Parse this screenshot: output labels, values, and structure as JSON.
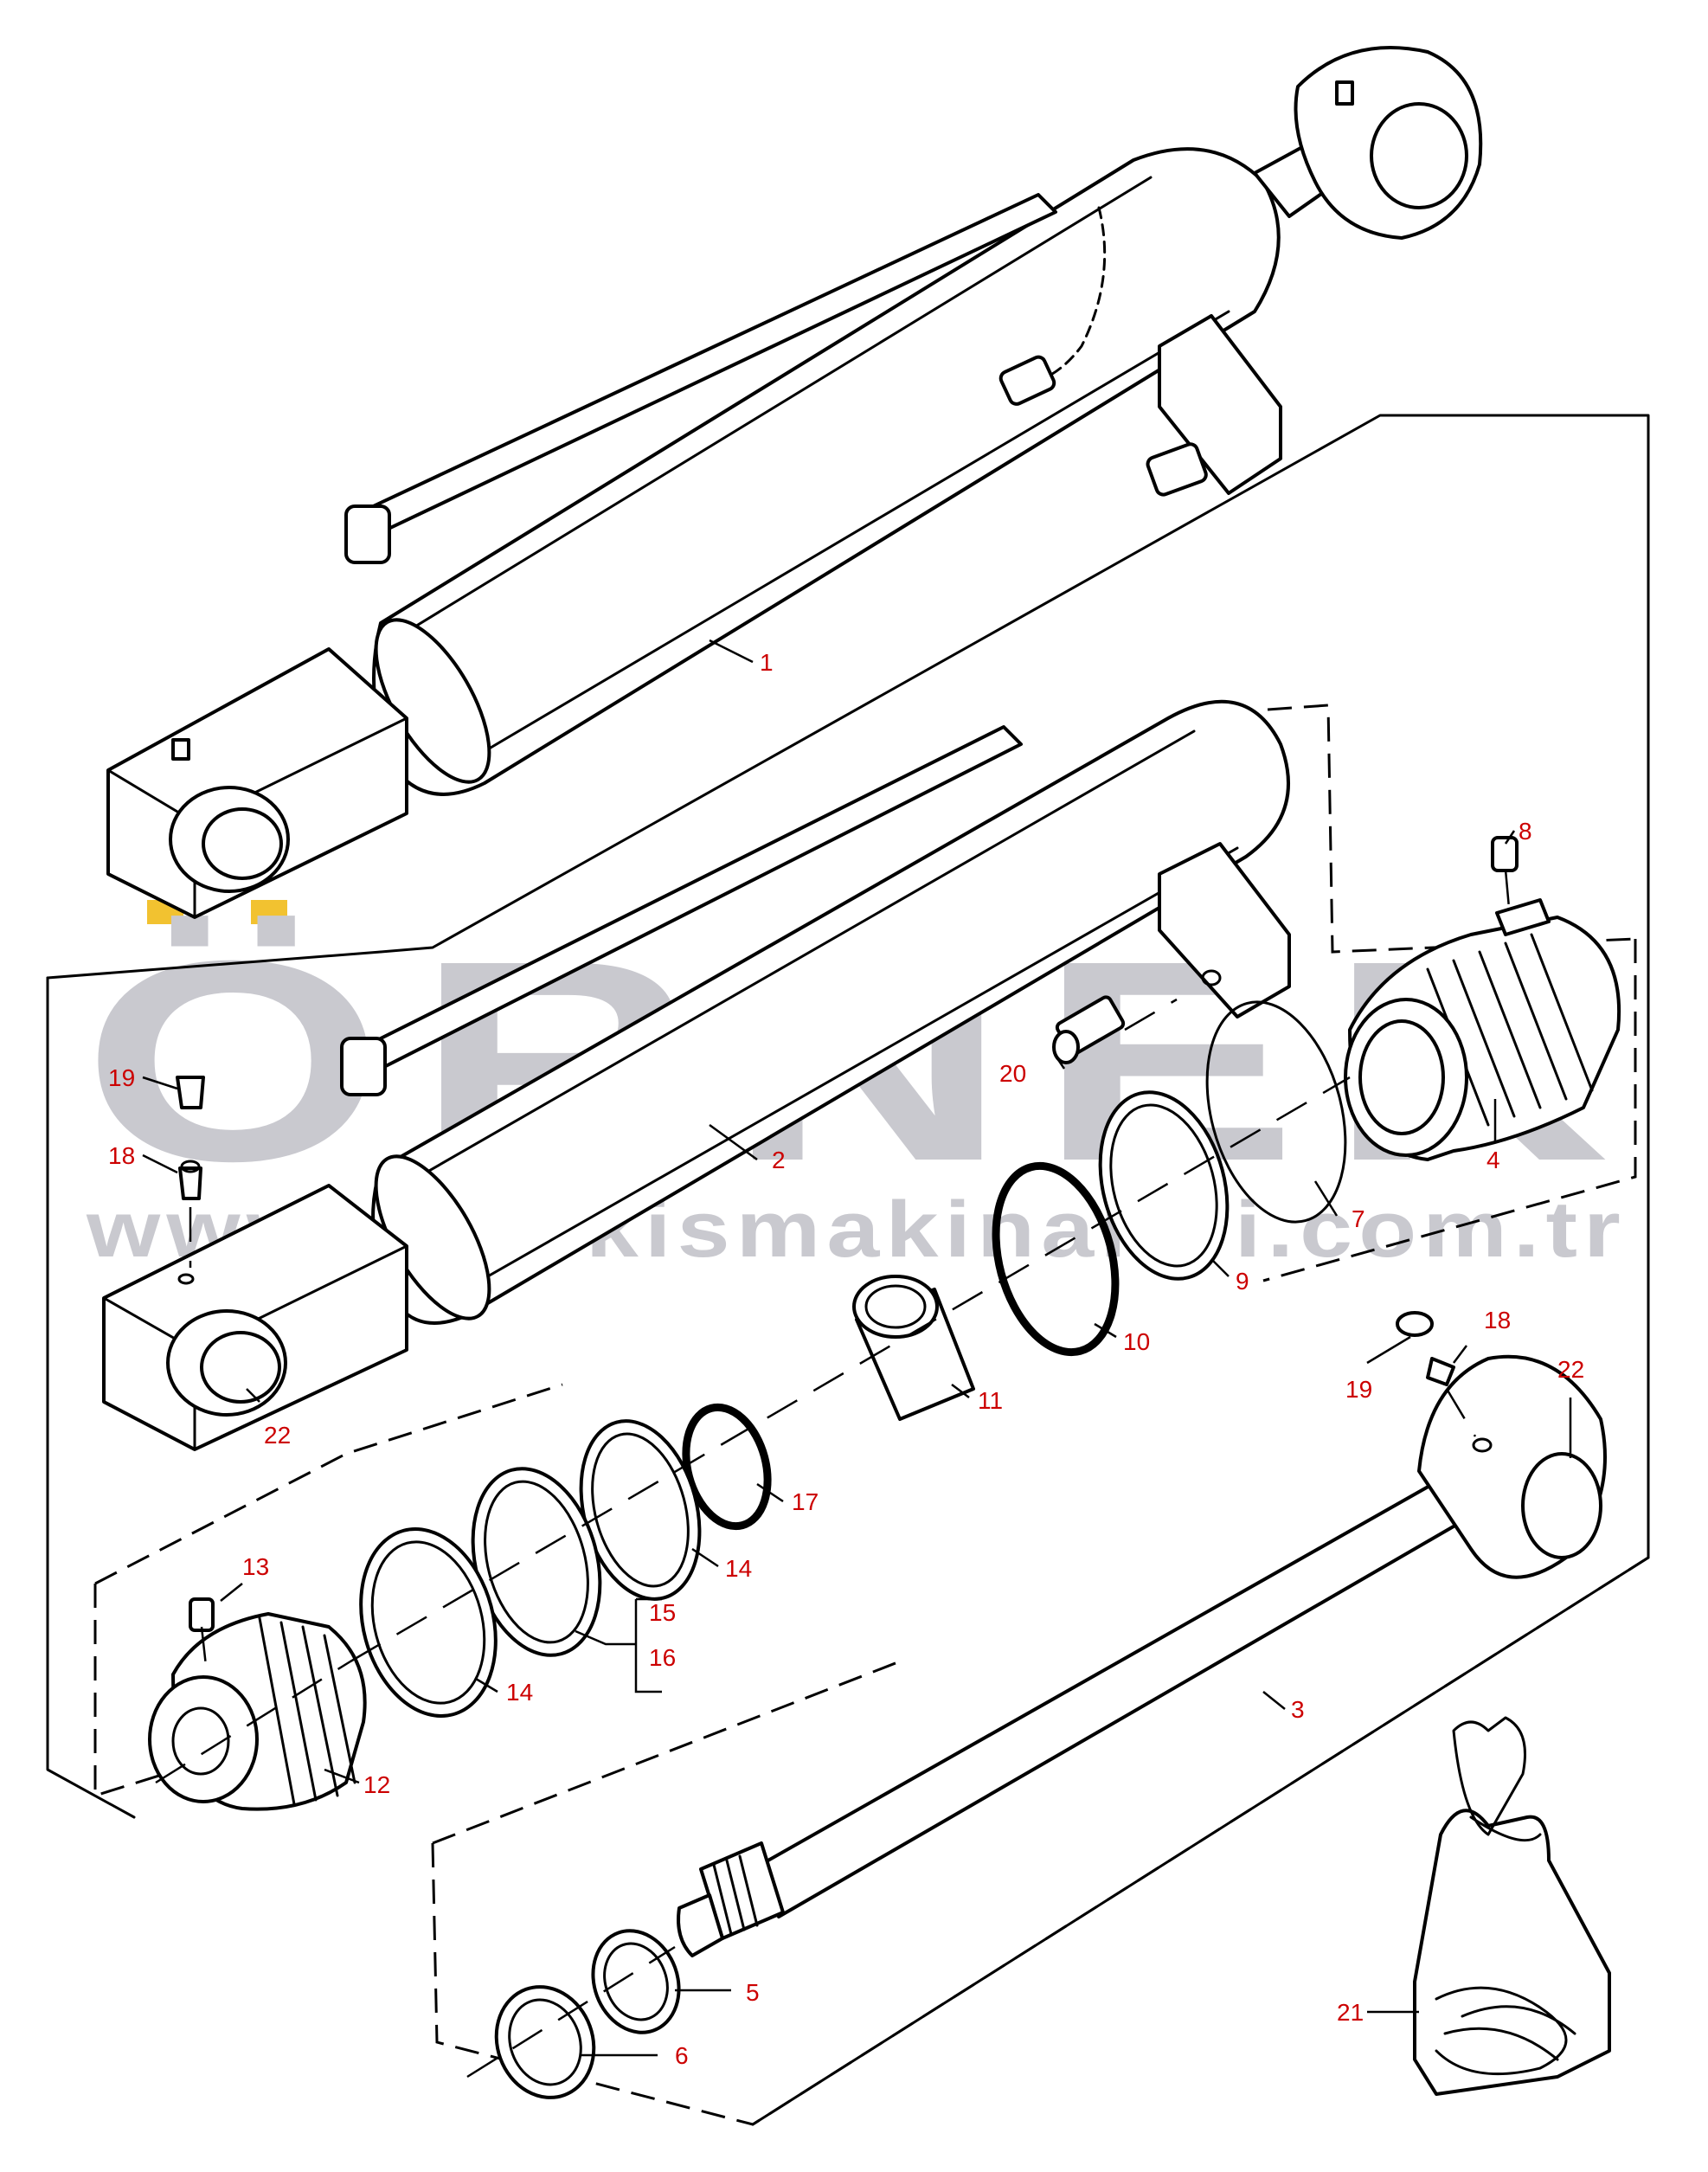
{
  "watermark": {
    "brand": "ÖRNEK",
    "url": "www.ornekismakinalari.com.tr",
    "color": "#c9c9cf",
    "accent": "#f2c230"
  },
  "callout_color": "#cc0000",
  "callouts": {
    "p1": "1",
    "p2": "2",
    "p3": "3",
    "p4": "4",
    "p5": "5",
    "p6": "6",
    "p7": "7",
    "p8": "8",
    "p9": "9",
    "p10": "10",
    "p11": "11",
    "p12": "12",
    "p13": "13",
    "p14a": "14",
    "p14b": "14",
    "p15": "15",
    "p16": "16",
    "p17": "17",
    "p18a": "18",
    "p18b": "18",
    "p19a": "19",
    "p19b": "19",
    "p20": "20",
    "p21": "21",
    "p22a": "22",
    "p22b": "22"
  }
}
